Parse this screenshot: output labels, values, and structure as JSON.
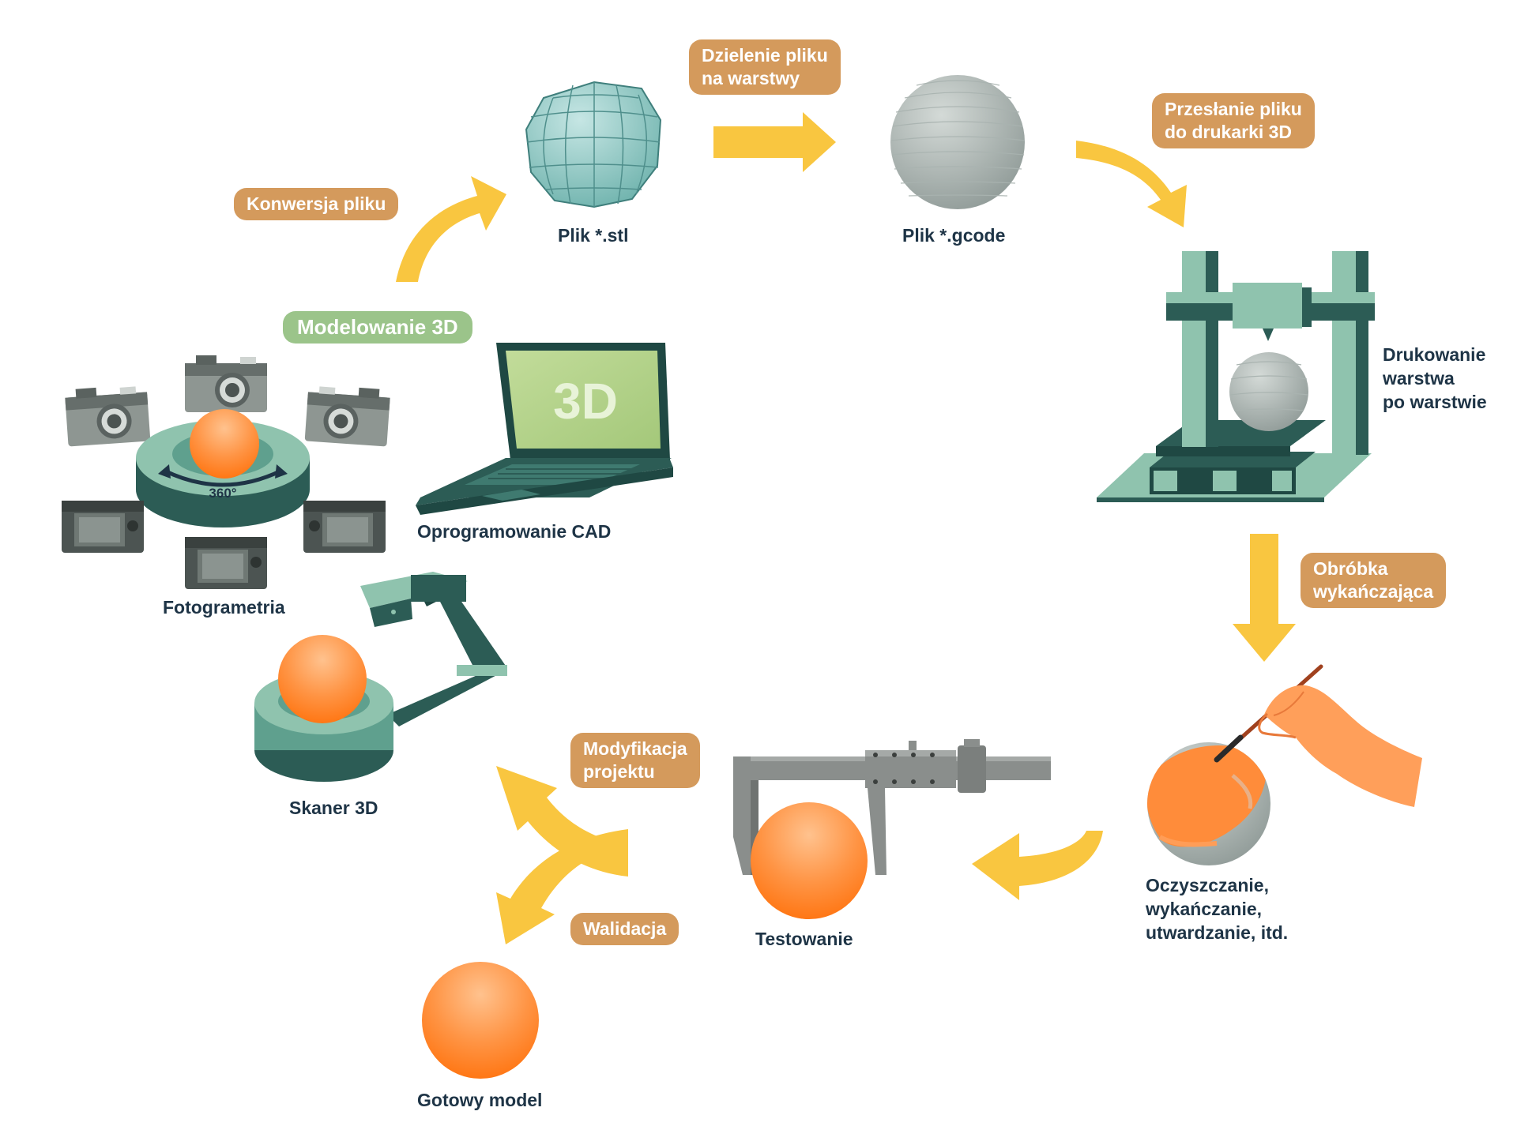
{
  "colors": {
    "accent_arrow": "#f9c640",
    "pill_orange": "#d49a5c",
    "pill_green": "#9bc48a",
    "teal_dark": "#2c5c55",
    "teal_light": "#8fbfae",
    "sphere_orange": "#ff7f2a",
    "label_text": "#1e3446"
  },
  "icons": [
    "photogrammetry-rig-icon",
    "laptop-cad-icon",
    "stl-mesh-sphere-icon",
    "gcode-sphere-icon",
    "3d-printer-icon",
    "3d-scanner-icon",
    "painting-hand-icon",
    "caliper-icon",
    "finished-model-sphere-icon",
    "arrow-icon"
  ],
  "pills": {
    "konwersja": "Konwersja pliku",
    "dzielenie": [
      "Dzielenie pliku",
      "na warstwy"
    ],
    "przeslanie": [
      "Przesłanie pliku",
      "do drukarki 3D"
    ],
    "modelowanie": "Modelowanie 3D",
    "obrobka": [
      "Obróbka",
      "wykańczająca"
    ],
    "modyfikacja": [
      "Modyfikacja",
      "projektu"
    ],
    "walidacja": "Walidacja"
  },
  "labels": {
    "stl": "Plik *.stl",
    "gcode": "Plik *.gcode",
    "drukowanie": [
      "Drukowanie",
      "warstwa",
      "po warstwie"
    ],
    "cad": "Oprogramowanie CAD",
    "laptop_screen": "3D",
    "turntable": "360°",
    "fotogrametria": "Fotogrametria",
    "skaner": "Skaner 3D",
    "oczyszczanie": [
      "Oczyszczanie,",
      "wykańczanie,",
      "utwardzanie, itd."
    ],
    "testowanie": "Testowanie",
    "gotowy": "Gotowy model"
  }
}
